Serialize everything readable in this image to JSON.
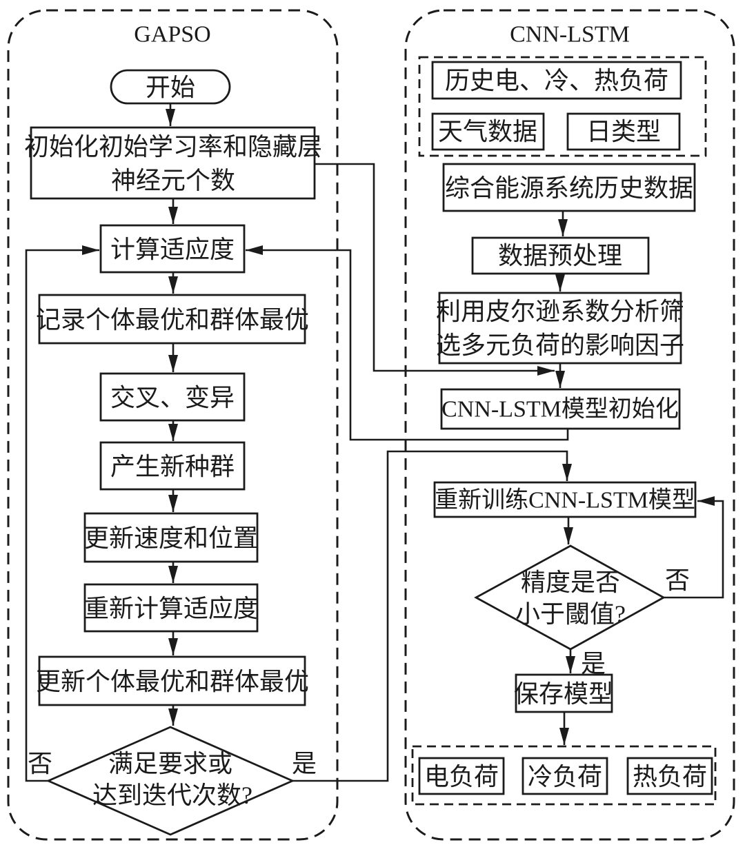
{
  "colors": {
    "stroke": "#1b1b1b",
    "background": "#ffffff"
  },
  "gapso": {
    "title": "GAPSO",
    "start": "开始",
    "init": {
      "line1": "初始化初始学习率和隐藏层",
      "line2": "神经元个数"
    },
    "fitness": "计算适应度",
    "record_best": "记录个体最优和群体最优",
    "crossover": "交叉、变异",
    "new_population": "产生新种群",
    "update_velocity": "更新速度和位置",
    "recalc_fitness": "重新计算适应度",
    "update_best": "更新个体最优和群体最优",
    "decision": {
      "line1": "满足要求或",
      "line2": "达到迭代次数?"
    },
    "label_no": "否",
    "label_yes": "是"
  },
  "cnn_lstm": {
    "title": "CNN-LSTM",
    "inputs": {
      "hist_load": "历史电、冷、热负荷",
      "weather": "天气数据",
      "day_type": "日类型"
    },
    "history_data": "综合能源系统历史数据",
    "preprocess": "数据预处理",
    "pearson": {
      "line1": "利用皮尔逊系数分析筛",
      "line2": "选多元负荷的影响因子"
    },
    "model_init": "CNN-LSTM模型初始化",
    "retrain": "重新训练CNN-LSTM模型",
    "accuracy": {
      "line1": "精度是否",
      "line2": "小于閾值?"
    },
    "label_no": "否",
    "label_yes": "是",
    "save_model": "保存模型",
    "outputs": {
      "elec": "电负荷",
      "cool": "冷负荷",
      "heat": "热负荷"
    }
  }
}
